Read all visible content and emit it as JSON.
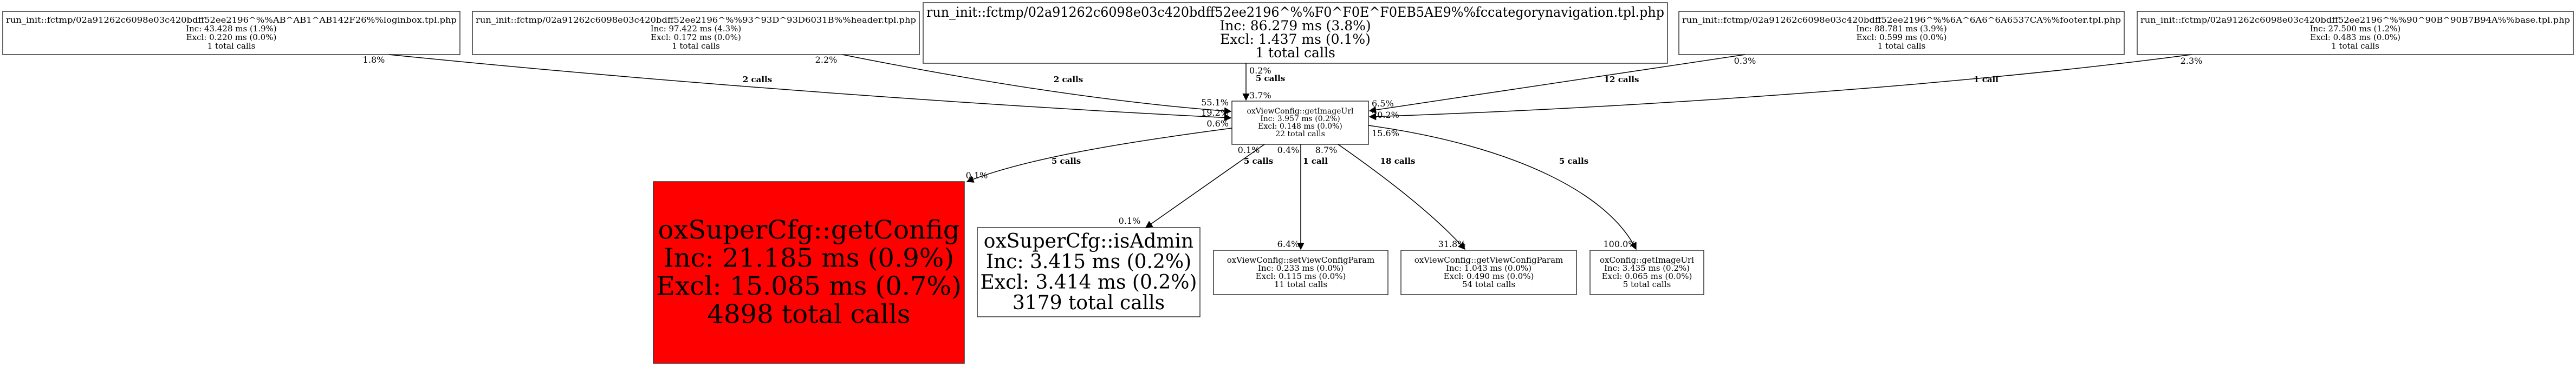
{
  "colors": {
    "hot_node": "#ff0000",
    "node": "#ffffff",
    "edge": "#000000"
  },
  "nodes": {
    "loginbox": {
      "lines": [
        "run_init::fctmp/02a91262c6098e03c420bdff52ee2196^%%AB^AB1^AB142F26%%loginbox.tpl.php",
        "Inc: 43.428 ms (1.9%)",
        "Excl: 0.220 ms (0.0%)",
        "1 total calls"
      ]
    },
    "header": {
      "lines": [
        "run_init::fctmp/02a91262c6098e03c420bdff52ee2196^%%93^93D^93D6031B%%header.tpl.php",
        "Inc: 97.422 ms (4.3%)",
        "Excl: 0.172 ms (0.0%)",
        "1 total calls"
      ]
    },
    "catnav": {
      "lines": [
        "run_init::fctmp/02a91262c6098e03c420bdff52ee2196^%%F0^F0E^F0EB5AE9%%fccategorynavigation.tpl.php",
        "Inc: 86.279 ms (3.8%)",
        "Excl: 1.437 ms (0.1%)",
        "1 total calls"
      ]
    },
    "footer": {
      "lines": [
        "run_init::fctmp/02a91262c6098e03c420bdff52ee2196^%%6A^6A6^6A6537CA%%footer.tpl.php",
        "Inc: 88.781 ms (3.9%)",
        "Excl: 0.599 ms (0.0%)",
        "1 total calls"
      ]
    },
    "base": {
      "lines": [
        "run_init::fctmp/02a91262c6098e03c420bdff52ee2196^%%90^90B^90B7B94A%%base.tpl.php",
        "Inc: 27.500 ms (1.2%)",
        "Excl: 0.483 ms (0.0%)",
        "1 total calls"
      ]
    },
    "getImageUrl": {
      "lines": [
        "oxViewConfig::getImageUrl",
        "Inc: 3.957 ms (0.2%)",
        "Excl: 0.148 ms (0.0%)",
        "22 total calls"
      ]
    },
    "getConfig": {
      "lines": [
        "oxSuperCfg::getConfig",
        "Inc: 21.185 ms (0.9%)",
        "Excl: 15.085 ms (0.7%)",
        "4898 total calls"
      ],
      "hot": true
    },
    "isAdmin": {
      "lines": [
        "oxSuperCfg::isAdmin",
        "Inc: 3.415 ms (0.2%)",
        "Excl: 3.414 ms (0.2%)",
        "3179 total calls"
      ]
    },
    "setViewConfigParam": {
      "lines": [
        "oxViewConfig::setViewConfigParam",
        "Inc: 0.233 ms (0.0%)",
        "Excl: 0.115 ms (0.0%)",
        "11 total calls"
      ]
    },
    "getViewConfigParam": {
      "lines": [
        "oxViewConfig::getViewConfigParam",
        "Inc: 1.043 ms (0.0%)",
        "Excl: 0.490 ms (0.0%)",
        "54 total calls"
      ]
    },
    "oxConfigGetImageUrl": {
      "lines": [
        "oxConfig::getImageUrl",
        "Inc: 3.435 ms (0.2%)",
        "Excl: 0.065 ms (0.0%)",
        "5 total calls"
      ]
    }
  },
  "edges": [
    {
      "from": "loginbox",
      "to": "getImageUrl",
      "calls": "2 calls",
      "tail_pct": "1.8%",
      "head_pct": "19.2%"
    },
    {
      "from": "header",
      "to": "getImageUrl",
      "calls": "2 calls",
      "tail_pct": "2.2%",
      "head_pct": "55.1%"
    },
    {
      "from": "catnav",
      "to": "getImageUrl",
      "calls": "5 calls",
      "tail_pct": "0.2%",
      "head_pct": "3.7%"
    },
    {
      "from": "footer",
      "to": "getImageUrl",
      "calls": "12 calls",
      "tail_pct": "0.3%",
      "head_pct": "6.5%"
    },
    {
      "from": "base",
      "to": "getImageUrl",
      "calls": "1 call",
      "tail_pct": "2.3%",
      "head_pct": "20.2%"
    },
    {
      "from": "getImageUrl",
      "to": "getConfig",
      "calls": "5 calls",
      "tail_pct": "0.6%",
      "head_pct": "0.1%"
    },
    {
      "from": "getImageUrl",
      "to": "isAdmin",
      "calls": "5 calls",
      "tail_pct": "0.1%",
      "head_pct": "0.1%"
    },
    {
      "from": "getImageUrl",
      "to": "setViewConfigParam",
      "calls": "1 call",
      "tail_pct": "0.4%",
      "head_pct": "6.4%"
    },
    {
      "from": "getImageUrl",
      "to": "getViewConfigParam",
      "calls": "18 calls",
      "tail_pct": "8.7%",
      "head_pct": "31.8%"
    },
    {
      "from": "getImageUrl",
      "to": "oxConfigGetImageUrl",
      "calls": "5 calls",
      "tail_pct": "15.6%",
      "head_pct": "100.0%"
    }
  ]
}
